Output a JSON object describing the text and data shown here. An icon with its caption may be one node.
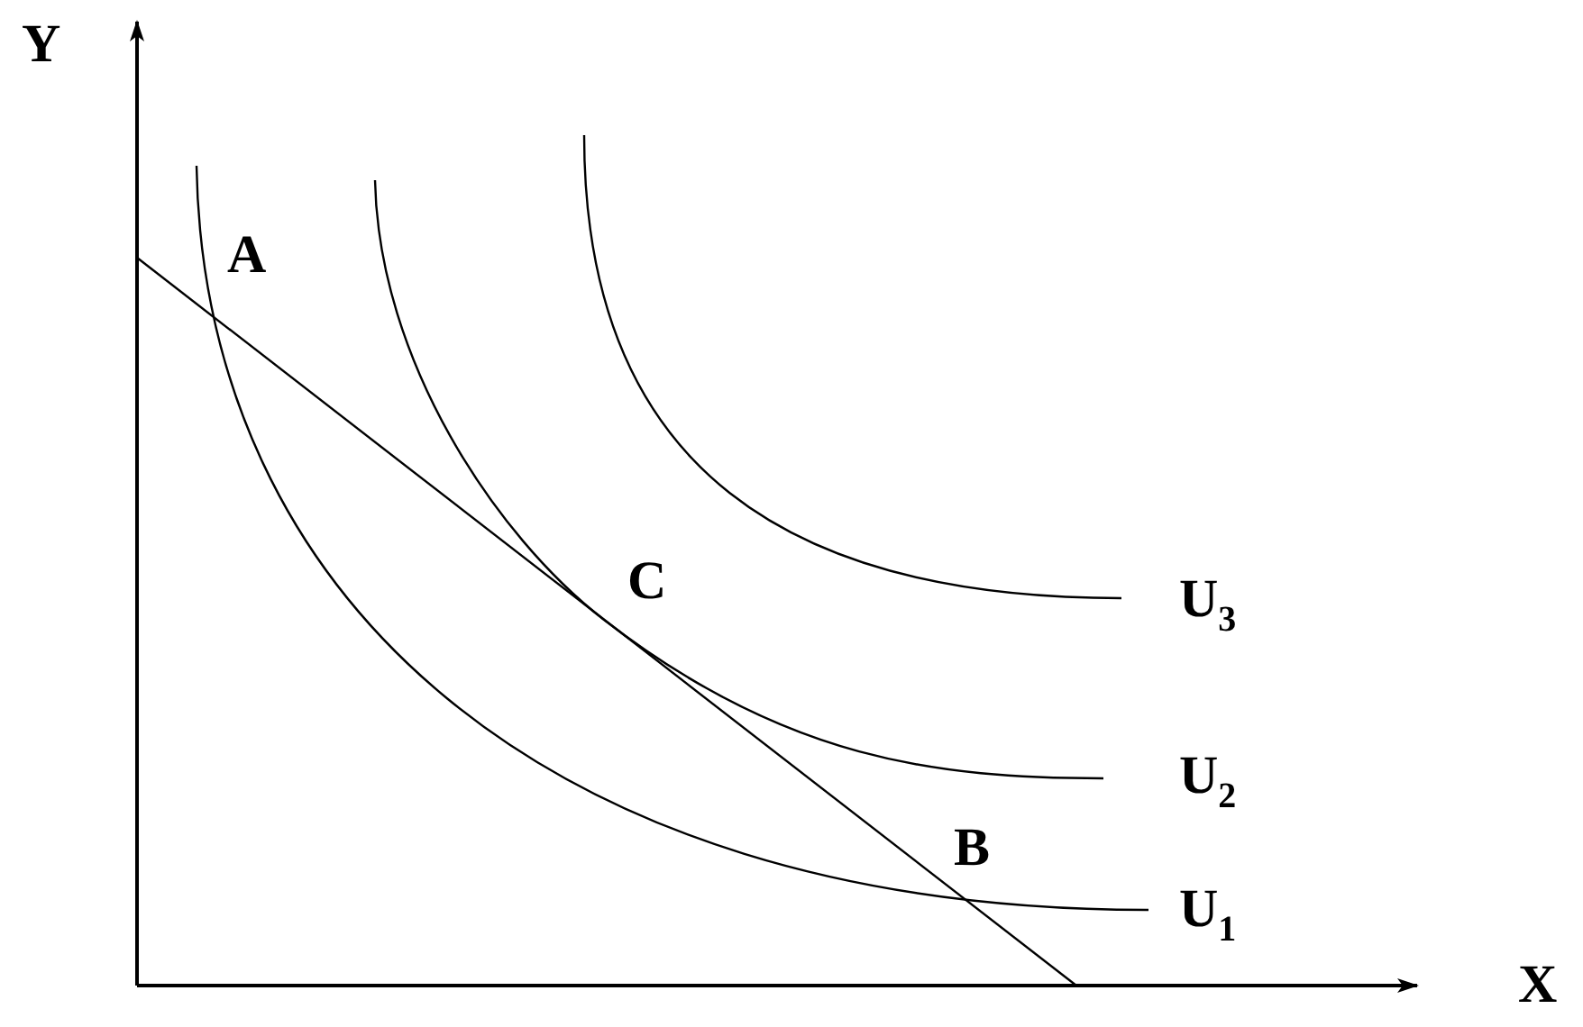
{
  "diagram": {
    "labels": [
      "Y",
      "A",
      "C",
      "U$_{3}$",
      "U$_{2}$",
      "B",
      "U$_{1}$",
      "X"
    ]
  }
}
